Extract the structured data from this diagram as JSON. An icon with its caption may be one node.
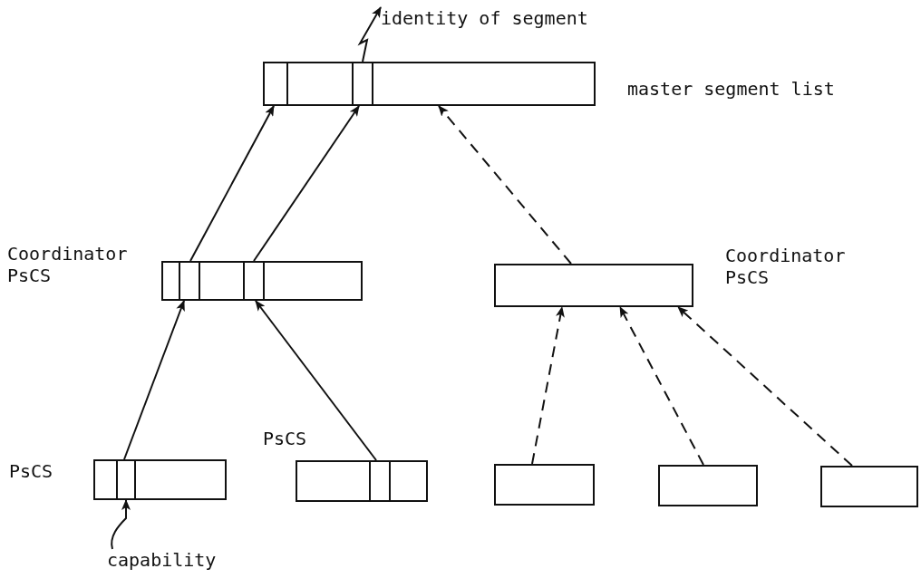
{
  "diagram": {
    "nodes": [
      {
        "text": [
          "identity of segment"
        ]
      },
      {
        "text": [
          "master segment list"
        ]
      },
      {
        "text": [],
        "shape": "box",
        "in": 1
      },
      {
        "text": [
          "Coordinator PsCS"
        ]
      },
      {
        "text": [
          "Coordinator PsCS"
        ]
      },
      {
        "text": [
          "PsCS"
        ]
      },
      {
        "text": [],
        "shape": "box",
        "in": 5
      },
      {
        "text": [
          "PsCS"
        ]
      },
      {
        "text": [],
        "shape": "box"
      },
      {
        "text": [],
        "shape": "box"
      },
      {
        "text": [],
        "shape": "box"
      },
      {
        "text": [
          "capability"
        ]
      }
    ],
    "edges": [
      {
        "from": 3,
        "to": 1,
        "arrow": "to"
      },
      {
        "from": 3,
        "to": 2,
        "arrow": "to"
      },
      {
        "from": 4,
        "to": 1,
        "arrow": "to",
        "style": "dashed"
      },
      {
        "from": 6,
        "to": 3,
        "arrow": "to"
      },
      {
        "from": 7,
        "to": 3,
        "arrow": "to"
      },
      {
        "from": 8,
        "to": 4,
        "arrow": "to",
        "style": "dashed"
      },
      {
        "from": 9,
        "to": 4,
        "arrow": "to",
        "style": "dashed"
      },
      {
        "from": 10,
        "to": 4,
        "arrow": "to",
        "style": "dashed"
      },
      {
        "from": 2,
        "to": 0,
        "arrow": "to"
      },
      {
        "from": 11,
        "to": 6,
        "arrow": "to"
      }
    ]
  }
}
